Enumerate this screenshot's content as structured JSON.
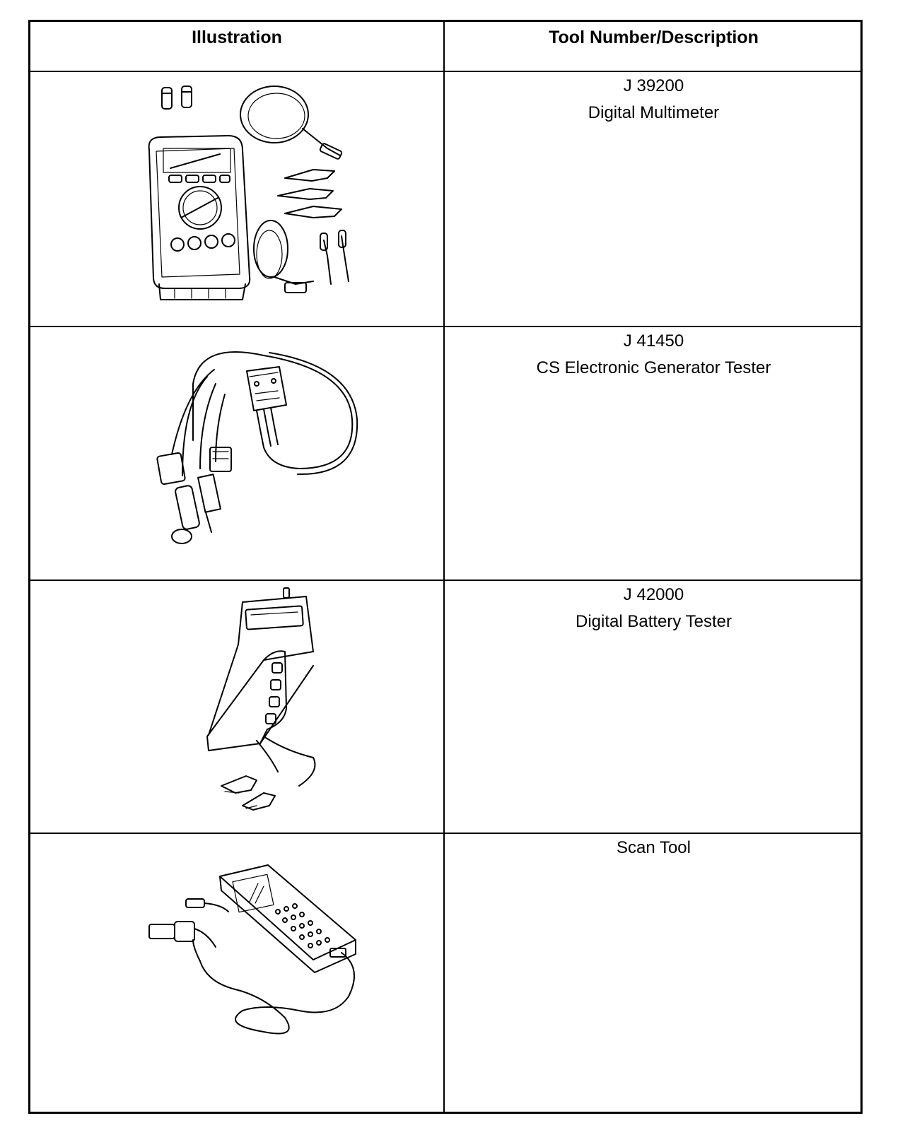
{
  "header": {
    "illustration": "Illustration",
    "description": "Tool Number/Description"
  },
  "rows": [
    {
      "number": "J 39200",
      "name": "Digital Multimeter",
      "icon": "multimeter-icon"
    },
    {
      "number": "J 41450",
      "name": "CS Electronic Generator Tester",
      "icon": "generator-tester-icon"
    },
    {
      "number": "J 42000",
      "name": "Digital Battery Tester",
      "icon": "battery-tester-icon"
    },
    {
      "number": "",
      "name": "Scan Tool",
      "icon": "scan-tool-icon"
    }
  ]
}
